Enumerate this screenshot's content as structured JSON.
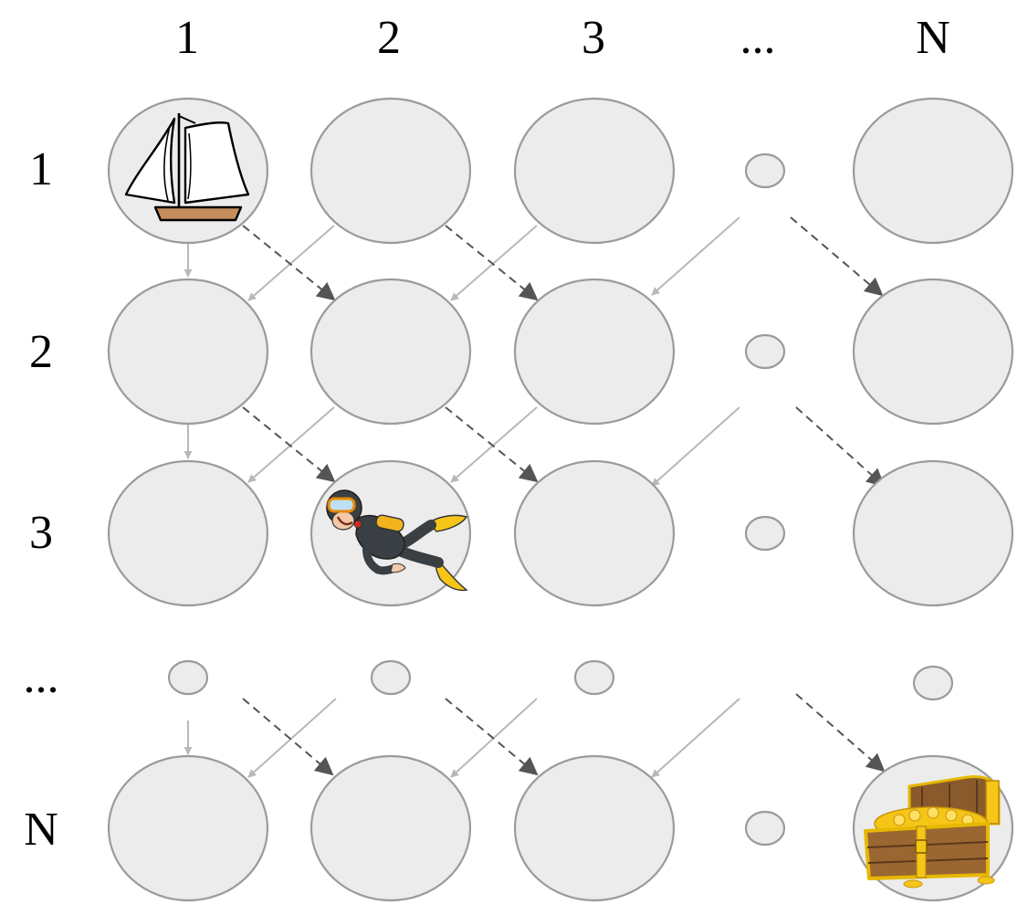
{
  "column_labels": [
    "1",
    "2",
    "3",
    "...",
    "N"
  ],
  "row_labels": [
    "1",
    "2",
    "3",
    "...",
    "N"
  ],
  "icons": {
    "start": "sailboat-icon",
    "current": "scuba-diver-icon",
    "goal": "treasure-chest-icon"
  },
  "colors": {
    "node_fill": "#ececec",
    "node_stroke": "#9b9b9b",
    "solid_arrow": "#b8b8b8",
    "dashed_arrow": "#555555"
  }
}
